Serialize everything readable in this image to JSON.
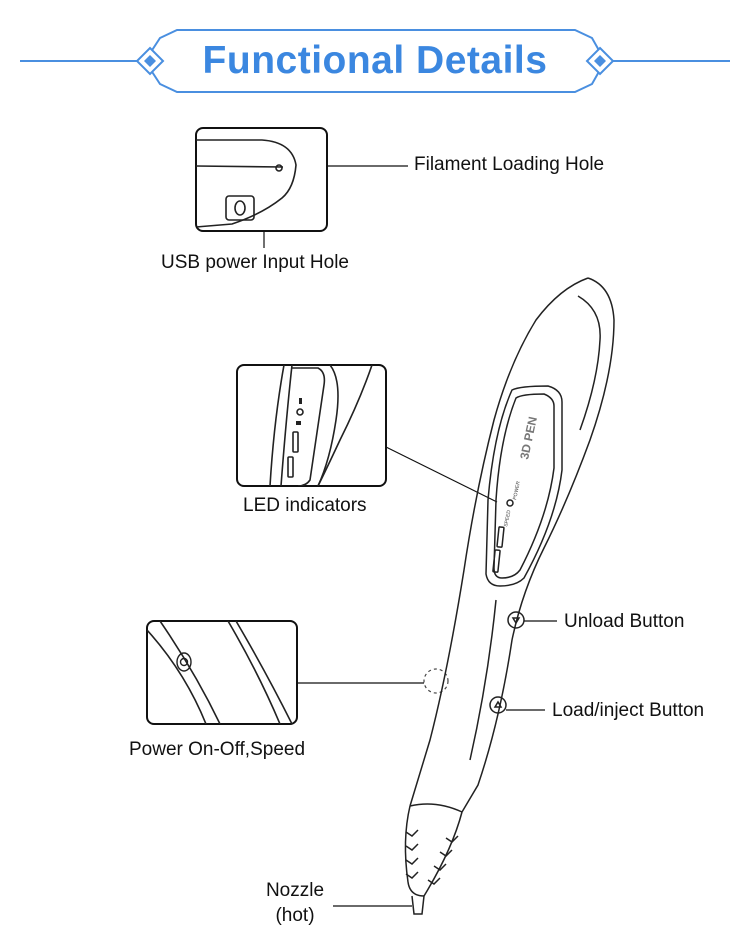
{
  "header": {
    "title": "Functional Details"
  },
  "labels": {
    "filament_loading_hole": "Filament Loading Hole",
    "usb_power_input_hole": "USB power Input Hole",
    "led_indicators": "LED indicators",
    "unload_button": "Unload Button",
    "load_inject_button": "Load/inject Button",
    "power_on_off_speed": "Power On-Off,Speed",
    "nozzle": "Nozzle",
    "nozzle_hot": "(hot)"
  },
  "pen": {
    "brand": "3D PEN",
    "power_marker": "POWER",
    "speed_marker": "SPEED"
  },
  "colors": {
    "accent": "#3b87e0",
    "line": "#222222"
  }
}
